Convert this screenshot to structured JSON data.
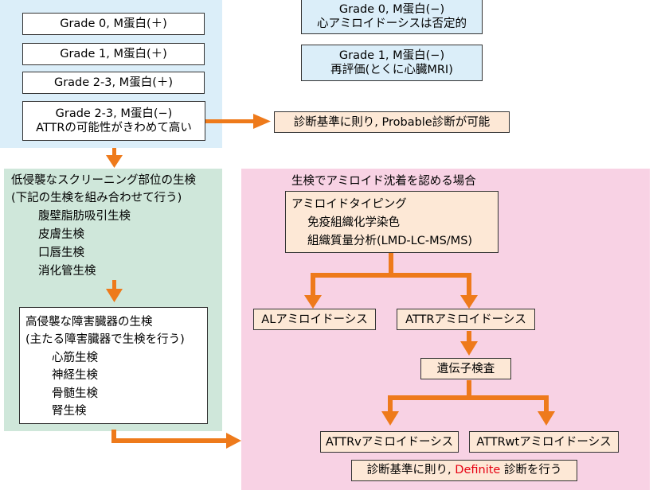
{
  "grade_boxes": {
    "g0_pos": "Grade 0, M蛋白(＋)",
    "g1_pos": "Grade 1, M蛋白(＋)",
    "g23_pos": "Grade 2-3, M蛋白(＋)",
    "g23_neg_line1": "Grade 2-3, M蛋白(−)",
    "g23_neg_line2": "ATTRの可能性がきわめて高い"
  },
  "right_boxes": {
    "g0_neg_line1": "Grade 0, M蛋白(−)",
    "g0_neg_line2": "心アミロイドーシスは否定的",
    "g1_neg_line1": "Grade 1, M蛋白(−)",
    "g1_neg_line2": "再評価(とくに心臓MRI)",
    "probable": "診断基準に則り, Probable診断が可能"
  },
  "screening": {
    "heading_line1": "低侵襲なスクリーニング部位の生検",
    "heading_line2": "(下記の生検を組み合わせて行う)",
    "items": [
      "腹壁脂肪吸引生検",
      "皮膚生検",
      "口唇生検",
      "消化管生検"
    ]
  },
  "invasive": {
    "heading_line1": "高侵襲な障害臓器の生検",
    "heading_line2": "(主たる障害臓器で生検を行う)",
    "items": [
      "心筋生検",
      "神経生検",
      "骨髄生検",
      "腎生検"
    ]
  },
  "amyloid": {
    "heading": "生検でアミロイド沈着を認める場合",
    "typing_line1": "アミロイドタイピング",
    "typing_line2": "免疫組織化学染色",
    "typing_line3": "組織質量分析(LMD-LC-MS/MS)",
    "al": "ALアミロイドーシス",
    "attr": "ATTRアミロイドーシス",
    "genetic": "遺伝子検査",
    "attrv": "ATTRvアミロイドーシス",
    "attrwt": "ATTRwtアミロイドーシス",
    "definite_pre": "診断基準に則り, ",
    "definite_red": "Definite",
    "definite_post": " 診断を行う"
  },
  "colors": {
    "blue_panel": "#dbeef9",
    "green_panel": "#cfe7da",
    "pink_panel": "#f8d2e4",
    "arrow": "#ee7a1b",
    "peach": "#fde8d6",
    "definite_red": "#e60012"
  }
}
